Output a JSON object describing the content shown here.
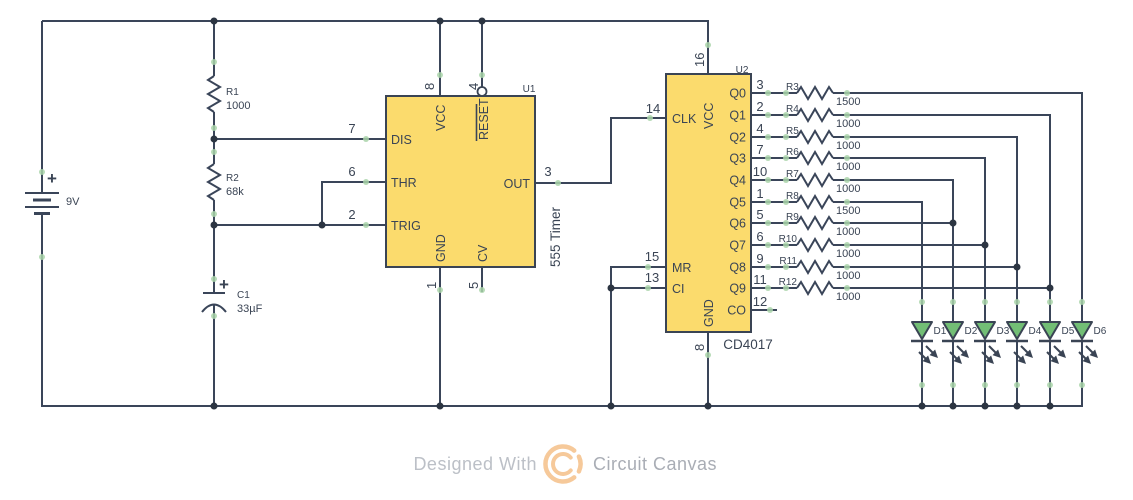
{
  "colors": {
    "wire": "#3A4559",
    "ic_fill": "#FBDB6D",
    "ic_border": "#3A4454",
    "led_green": "#72BE75",
    "junction_dot": "#2C3542",
    "terminal_dot": "#A9D4A9",
    "text": "#3A4454",
    "watermark_text": "#A9ADB5",
    "logo_orange": "#F6C99A"
  },
  "battery": {
    "plus": "+",
    "value": "9V"
  },
  "r1": {
    "ref": "R1",
    "value": "1000"
  },
  "r2": {
    "ref": "R2",
    "value": "68k"
  },
  "c1": {
    "ref": "C1",
    "value": "33µF",
    "plus": "+"
  },
  "u1": {
    "ref": "U1",
    "part": "555 Timer",
    "pin_vcc_num": "8",
    "pin_vcc": "VCC",
    "pin_reset_num": "4",
    "pin_reset": "RESET",
    "pin_dis_num": "7",
    "pin_dis": "DIS",
    "pin_thr_num": "6",
    "pin_thr": "THR",
    "pin_trig_num": "2",
    "pin_trig": "TRIG",
    "pin_out_num": "3",
    "pin_out": "OUT",
    "pin_gnd_num": "1",
    "pin_gnd": "GND",
    "pin_cv_num": "5",
    "pin_cv": "CV"
  },
  "u2": {
    "ref": "U2",
    "part": "CD4017",
    "pin_vcc_num": "16",
    "pin_vcc": "VCC",
    "pin_clk_num": "14",
    "pin_clk": "CLK",
    "pin_mr_num": "15",
    "pin_mr": "MR",
    "pin_ci_num": "13",
    "pin_ci": "CI",
    "pin_gnd_num": "8",
    "pin_gnd": "GND",
    "outputs": [
      {
        "num": "3",
        "label": "Q0"
      },
      {
        "num": "2",
        "label": "Q1"
      },
      {
        "num": "4",
        "label": "Q2"
      },
      {
        "num": "7",
        "label": "Q3"
      },
      {
        "num": "10",
        "label": "Q4"
      },
      {
        "num": "1",
        "label": "Q5"
      },
      {
        "num": "5",
        "label": "Q6"
      },
      {
        "num": "6",
        "label": "Q7"
      },
      {
        "num": "9",
        "label": "Q8"
      },
      {
        "num": "11",
        "label": "Q9"
      },
      {
        "num": "12",
        "label": "CO"
      }
    ]
  },
  "out_resistors": [
    {
      "ref": "R3",
      "value": "1500"
    },
    {
      "ref": "R4",
      "value": "1000"
    },
    {
      "ref": "R5",
      "value": "1000"
    },
    {
      "ref": "R6",
      "value": "1000"
    },
    {
      "ref": "R7",
      "value": "1000"
    },
    {
      "ref": "R8",
      "value": "1500"
    },
    {
      "ref": "R9",
      "value": "1000"
    },
    {
      "ref": "R10",
      "value": "1000"
    },
    {
      "ref": "R11",
      "value": "1000"
    },
    {
      "ref": "R12",
      "value": "1000"
    }
  ],
  "leds": [
    {
      "ref": "D1"
    },
    {
      "ref": "D2"
    },
    {
      "ref": "D3"
    },
    {
      "ref": "D4"
    },
    {
      "ref": "D5"
    },
    {
      "ref": "D6"
    }
  ],
  "footer": {
    "prefix": "Designed With",
    "brand": "Circuit Canvas"
  }
}
